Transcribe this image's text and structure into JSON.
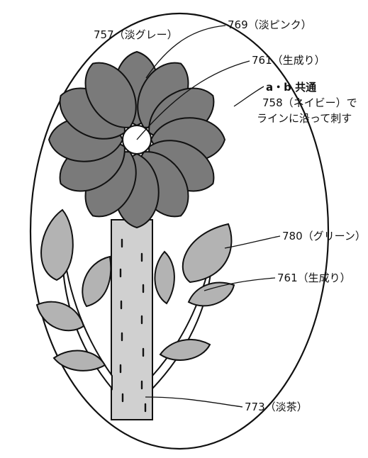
{
  "colors": {
    "petal": "#7a7a7a",
    "leaf": "#b3b3b3",
    "stem": "#d0d0d0",
    "center": "#ffffff",
    "outline": "#111111",
    "background": "#ffffff"
  },
  "labels": {
    "petal_base": "757（淡グレー）",
    "petal_highlight": "769（淡ピンク）",
    "center": "761（生成り）",
    "outline_line1": "a・b 共通",
    "outline_line2": "758（ネイビー）で",
    "outline_line3": "ラインに沿って刺す",
    "leaf": "780（グリーン）",
    "branch": "761（生成り）",
    "stem": "773（淡茶）"
  }
}
